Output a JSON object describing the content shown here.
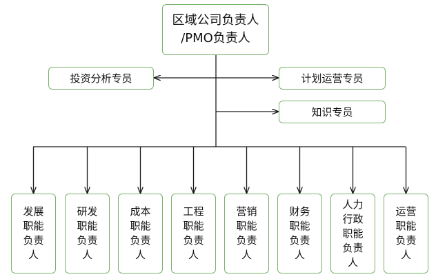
{
  "org_chart": {
    "root": {
      "label": "区域公司负责人\n/PMO负责人"
    },
    "side_left": {
      "label": "投资分析专员"
    },
    "side_right": [
      {
        "label": "计划运营专员"
      },
      {
        "label": "知识专员"
      }
    ],
    "departments": [
      {
        "label": "发展\n职能\n负责\n人"
      },
      {
        "label": "研发\n职能\n负责\n人"
      },
      {
        "label": "成本\n职能\n负责\n人"
      },
      {
        "label": "工程\n职能\n负责\n人"
      },
      {
        "label": "营销\n职能\n负责\n人"
      },
      {
        "label": "财务\n职能\n负责\n人"
      },
      {
        "label": "人力\n行政\n职能\n负责\n人"
      },
      {
        "label": "运营\n职能\n负责\n人"
      }
    ]
  },
  "colors": {
    "box_border": "#77b26a",
    "connector": "#1a1a1a",
    "text": "#111111"
  }
}
